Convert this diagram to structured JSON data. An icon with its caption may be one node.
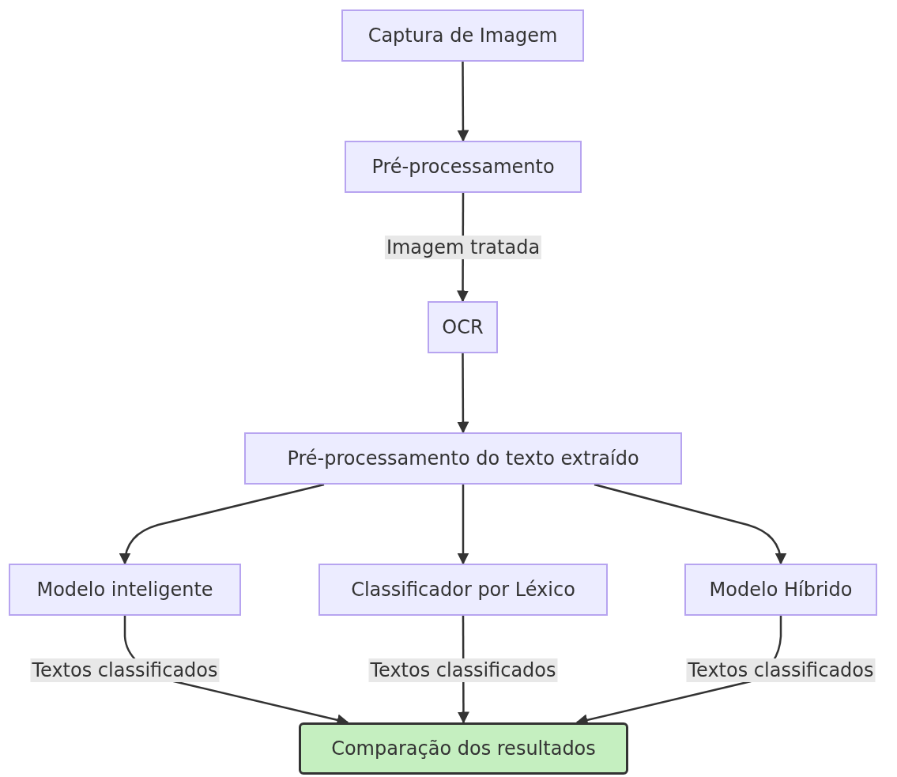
{
  "diagram": {
    "nodes": [
      {
        "text": [
          "Captura de Imagem"
        ]
      },
      {
        "text": [
          "Pré-processamento"
        ]
      },
      {
        "text": [
          "OCR"
        ]
      },
      {
        "text": [
          "Pré-processamento do texto extraído"
        ]
      },
      {
        "text": [
          "Modelo inteligente"
        ]
      },
      {
        "text": [
          "Classificador por Léxico"
        ]
      },
      {
        "text": [
          "Modelo Híbrido"
        ]
      },
      {
        "text": [
          "Comparação dos resultados"
        ]
      }
    ],
    "edges": [
      {
        "from": 0,
        "to": 1,
        "arrow": "to"
      },
      {
        "from": 1,
        "to": 2,
        "arrow": "to",
        "label": "Imagem tratada"
      },
      {
        "from": 2,
        "to": 3,
        "arrow": "to"
      },
      {
        "from": 3,
        "to": 4,
        "arrow": "to"
      },
      {
        "from": 3,
        "to": 5,
        "arrow": "to"
      },
      {
        "from": 3,
        "to": 6,
        "arrow": "to"
      },
      {
        "from": 4,
        "to": 7,
        "arrow": "to",
        "label": "Textos classificados"
      },
      {
        "from": 5,
        "to": 7,
        "arrow": "to",
        "label": "Textos classificados"
      },
      {
        "from": 6,
        "to": 7,
        "arrow": "to",
        "label": "Textos classificados"
      }
    ]
  }
}
